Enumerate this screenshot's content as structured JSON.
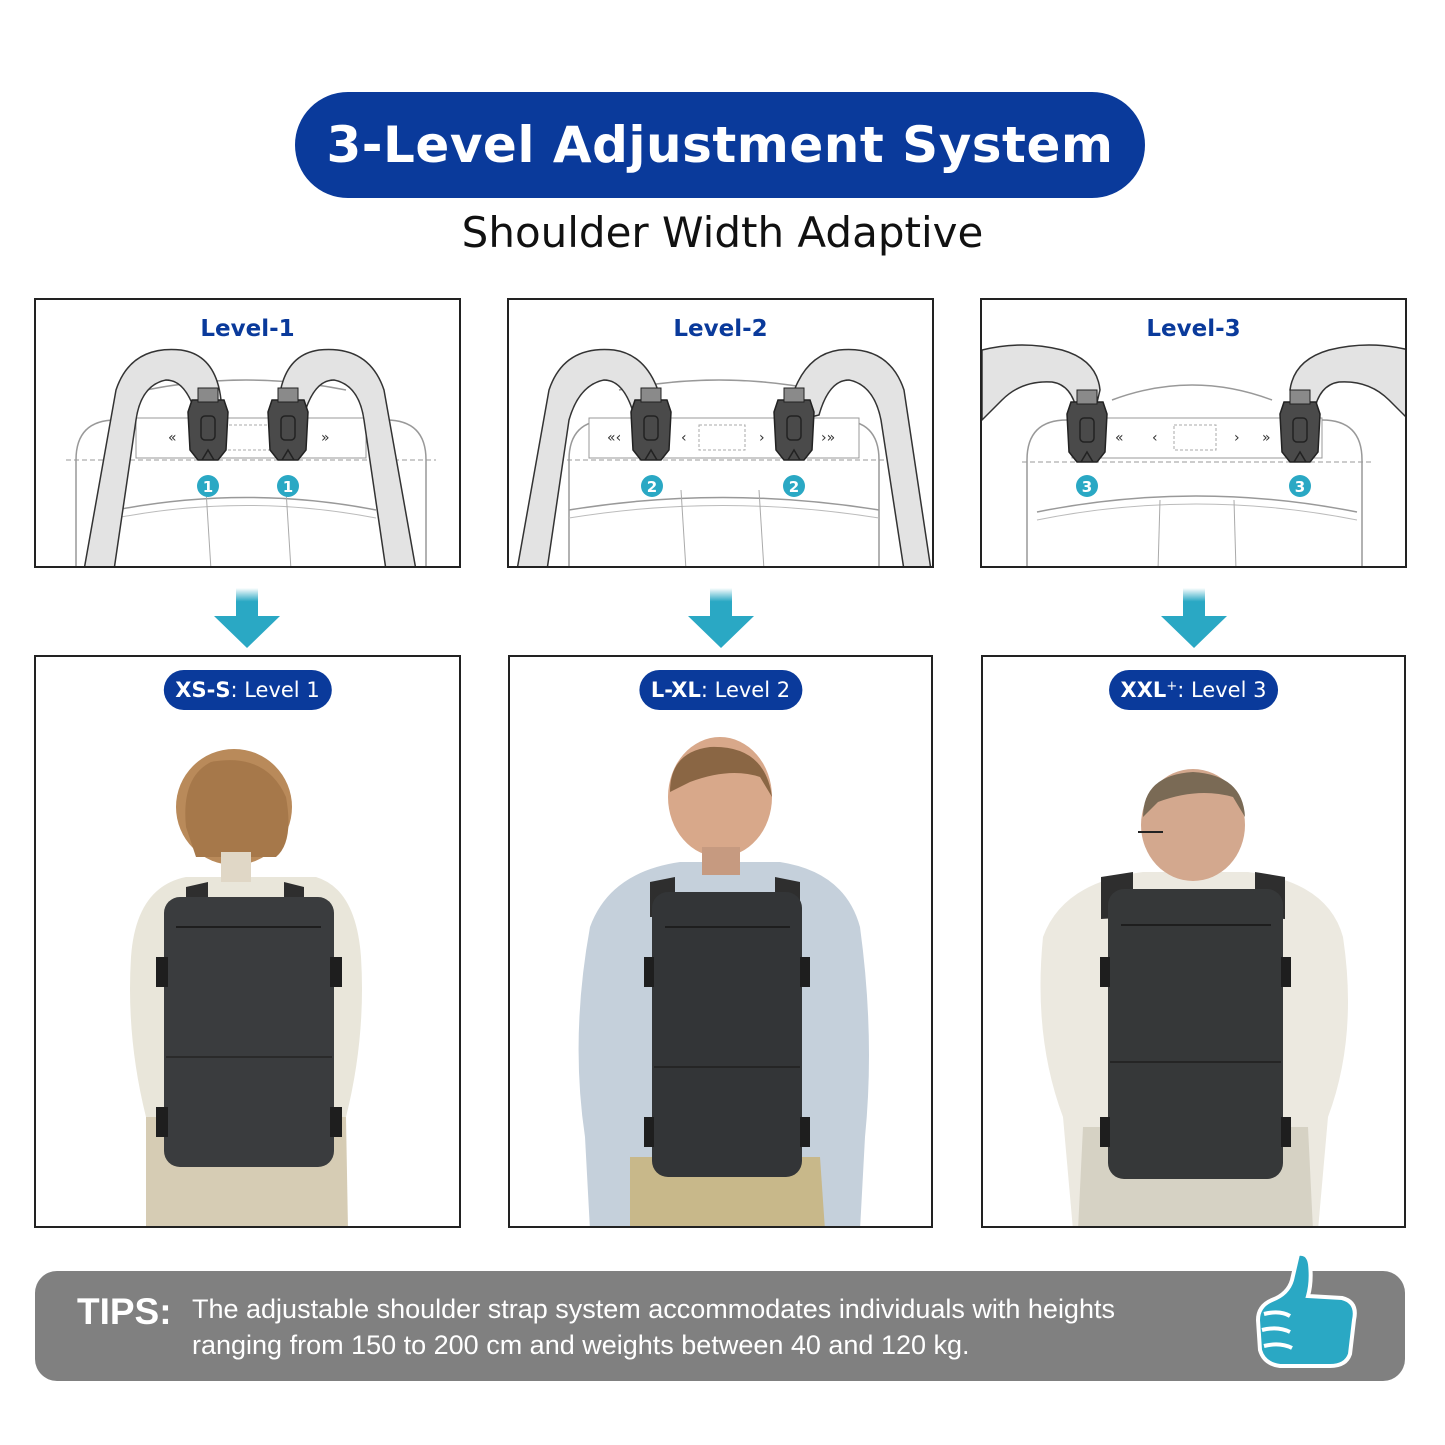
{
  "header": {
    "title": "3-Level Adjustment System",
    "subtitle": "Shoulder Width Adaptive"
  },
  "levels": [
    {
      "label": "Level-1",
      "marker": "1",
      "size": "XS-S",
      "size_sup": "",
      "level_text": ": Level 1",
      "person": "woman with short hair wearing backpack"
    },
    {
      "label": "Level-2",
      "marker": "2",
      "size": "L-XL",
      "size_sup": "",
      "level_text": ": Level 2",
      "person": "young man in light blue shirt wearing backpack"
    },
    {
      "label": "Level-3",
      "marker": "3",
      "size": "XXL",
      "size_sup": "+",
      "level_text": ": Level 3",
      "person": "larger man with glasses wearing backpack"
    }
  ],
  "tips": {
    "label": "TIPS:",
    "text": "The adjustable shoulder strap system accommodates individuals with heights ranging from 150 to 200 cm and weights between 40 and 120 kg."
  },
  "icons": {
    "arrow": "arrow-down-icon",
    "thumb": "thumbs-up-icon"
  },
  "colors": {
    "primary_blue": "#0a3a9b",
    "accent_teal": "#2aa8c4",
    "tips_gray": "#808080"
  }
}
